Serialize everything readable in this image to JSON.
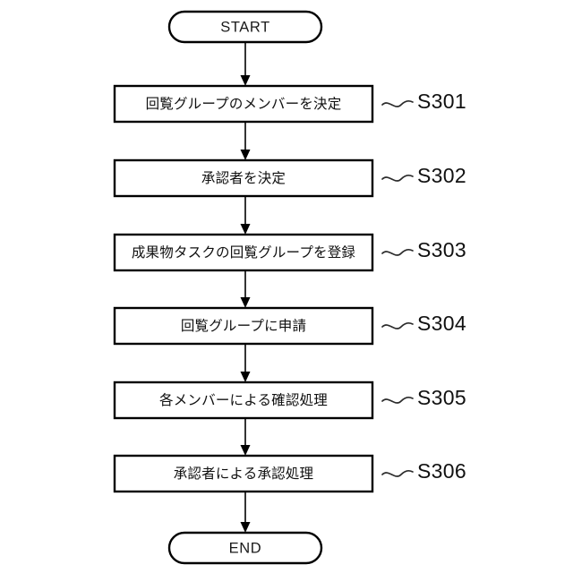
{
  "diagram": {
    "type": "flowchart",
    "orientation": "vertical",
    "colors": {
      "background": "#ffffff",
      "stroke": "#000000",
      "text": "#111111",
      "squiggle": "#2b2b2b"
    },
    "start_node": {
      "label": "START",
      "shape": "stadium"
    },
    "end_node": {
      "label": "END",
      "shape": "stadium"
    },
    "steps": [
      {
        "id": "S301",
        "label": "回覧グループのメンバーを決定",
        "step_label": "S301"
      },
      {
        "id": "S302",
        "label": "承認者を決定",
        "step_label": "S302"
      },
      {
        "id": "S303",
        "label": "成果物タスクの回覧グループを登録",
        "step_label": "S303"
      },
      {
        "id": "S304",
        "label": "回覧グループに申請",
        "step_label": "S304"
      },
      {
        "id": "S305",
        "label": "各メンバーによる確認処理",
        "step_label": "S305"
      },
      {
        "id": "S306",
        "label": "承認者による承認処理",
        "step_label": "S306"
      }
    ]
  }
}
